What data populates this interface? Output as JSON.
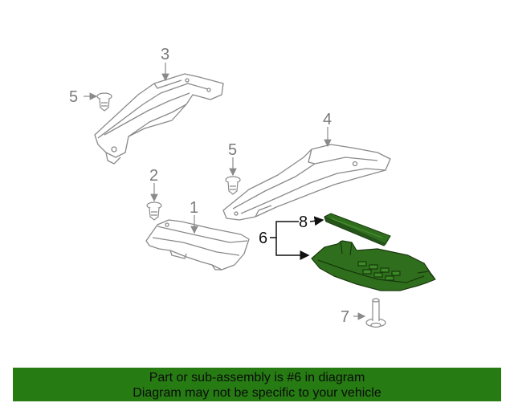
{
  "callouts": {
    "c1": "1",
    "c2": "2",
    "c3": "3",
    "c4": "4",
    "c5a": "5",
    "c5b": "5",
    "c6": "6",
    "c7": "7",
    "c8": "8"
  },
  "banner": {
    "line1": "Part or sub-assembly is #6 in diagram",
    "line2": "Diagram may not be specific to your vehicle"
  },
  "colors": {
    "highlight": "#2f6e1c",
    "banner": "#267c13",
    "outline": "#8a8a8a"
  }
}
